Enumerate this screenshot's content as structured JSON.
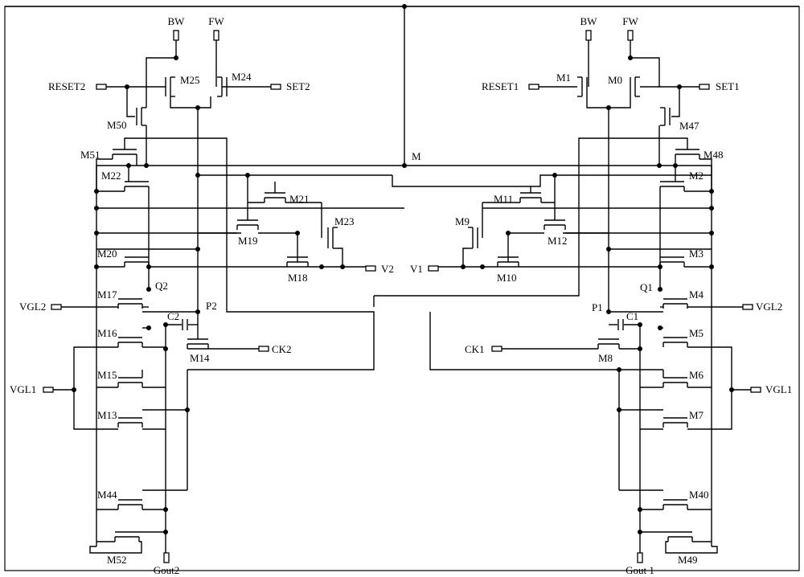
{
  "diagram": {
    "pins": {
      "bw_left": "BW",
      "fw_left": "FW",
      "bw_right": "BW",
      "fw_right": "FW",
      "reset2": "RESET2",
      "set2": "SET2",
      "reset1": "RESET1",
      "set1": "SET1",
      "vgl2_left": "VGL2",
      "vgl1_left": "VGL1",
      "vgl2_right": "VGL2",
      "vgl1_right": "VGL1",
      "v2": "V2",
      "v1": "V1",
      "ck2": "CK2",
      "ck1": "CK1",
      "gout2": "Gout2",
      "gout1": "Gout 1"
    },
    "nodes": {
      "m": "M",
      "q2": "Q2",
      "p2": "P2",
      "q1": "Q1",
      "p1": "P1"
    },
    "capacitors": {
      "c2": "C2",
      "c1": "C1"
    },
    "transistors": [
      "M25",
      "M24",
      "M50",
      "M51",
      "M22",
      "M20",
      "M17",
      "M16",
      "M15",
      "M13",
      "M44",
      "M52",
      "M14",
      "M21",
      "M19",
      "M23",
      "M18",
      "M1",
      "M0",
      "M47",
      "M48",
      "M2",
      "M3",
      "M4",
      "M5",
      "M6",
      "M7",
      "M40",
      "M49",
      "M8",
      "M11",
      "M9",
      "M12",
      "M10"
    ]
  }
}
